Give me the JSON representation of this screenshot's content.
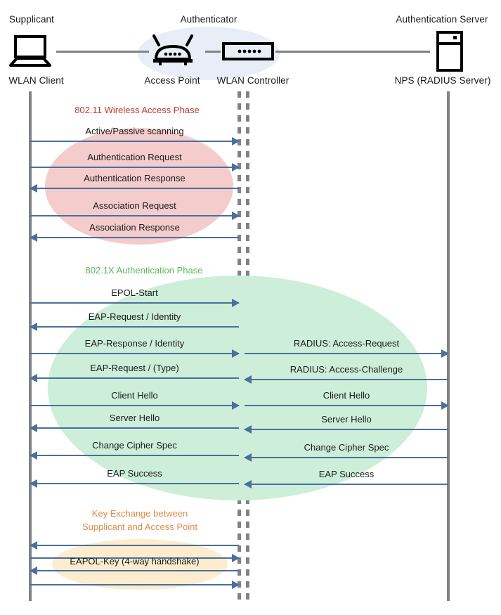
{
  "colors": {
    "wireless_phase": "#c0392b",
    "dot1x_phase": "#5cb85c",
    "key_phase": "#e08a4a",
    "arrow": "#4a6f9c",
    "lifeline": "#808285",
    "ellipse_wireless": "#f4cccc",
    "ellipse_dot1x": "#cdeed9",
    "ellipse_key": "#fdeccd",
    "ap_halo": "#e8edf7"
  },
  "actors": [
    {
      "role": "Supplicant",
      "device": "WLAN Client",
      "icon": "laptop-icon"
    },
    {
      "role": "Authenticator",
      "device": "Access Point",
      "icon": "access-point-icon"
    },
    {
      "role": "",
      "device": "WLAN Controller",
      "icon": "wlan-controller-icon"
    },
    {
      "role": "Authentication Server",
      "device": "NPS (RADIUS Server)",
      "icon": "server-icon"
    }
  ],
  "phases": [
    {
      "id": "wireless-access",
      "title": "802.11 Wireless Access Phase"
    },
    {
      "id": "dot1x-authentication",
      "title": "802.1X Authentication Phase"
    },
    {
      "id": "key-exchange",
      "title": "Key Exchange between\nSupplicant and Access Point"
    }
  ],
  "messages_left": [
    {
      "label": "Active/Passive scanning",
      "direction": "right"
    },
    {
      "label": "Authentication Request",
      "direction": "right"
    },
    {
      "label": "Authentication Response",
      "direction": "left"
    },
    {
      "label": "Association Request",
      "direction": "right"
    },
    {
      "label": "Association Response",
      "direction": "left"
    },
    {
      "label": "EPOL-Start",
      "direction": "right"
    },
    {
      "label": "EAP-Request / Identity",
      "direction": "left"
    },
    {
      "label": "EAP-Response / Identity",
      "direction": "right"
    },
    {
      "label": "EAP-Request / (Type)",
      "direction": "left"
    },
    {
      "label": "Client Hello",
      "direction": "right"
    },
    {
      "label": "Server Hello",
      "direction": "left"
    },
    {
      "label": "Change Cipher Spec",
      "direction": "left"
    },
    {
      "label": "EAP Success",
      "direction": "left"
    },
    {
      "label": "",
      "direction": "left"
    },
    {
      "label": "EAPOL-Key (4-way handshake)",
      "direction": "right"
    },
    {
      "label": "",
      "direction": "left"
    },
    {
      "label": "",
      "direction": "right"
    }
  ],
  "messages_right": [
    {
      "label": "RADIUS: Access-Request",
      "direction": "right"
    },
    {
      "label": "RADIUS: Access-Challenge",
      "direction": "left"
    },
    {
      "label": "Client Hello",
      "direction": "right"
    },
    {
      "label": "Server Hello",
      "direction": "left"
    },
    {
      "label": "Change Cipher Spec",
      "direction": "left"
    },
    {
      "label": "EAP Success",
      "direction": "left"
    }
  ]
}
